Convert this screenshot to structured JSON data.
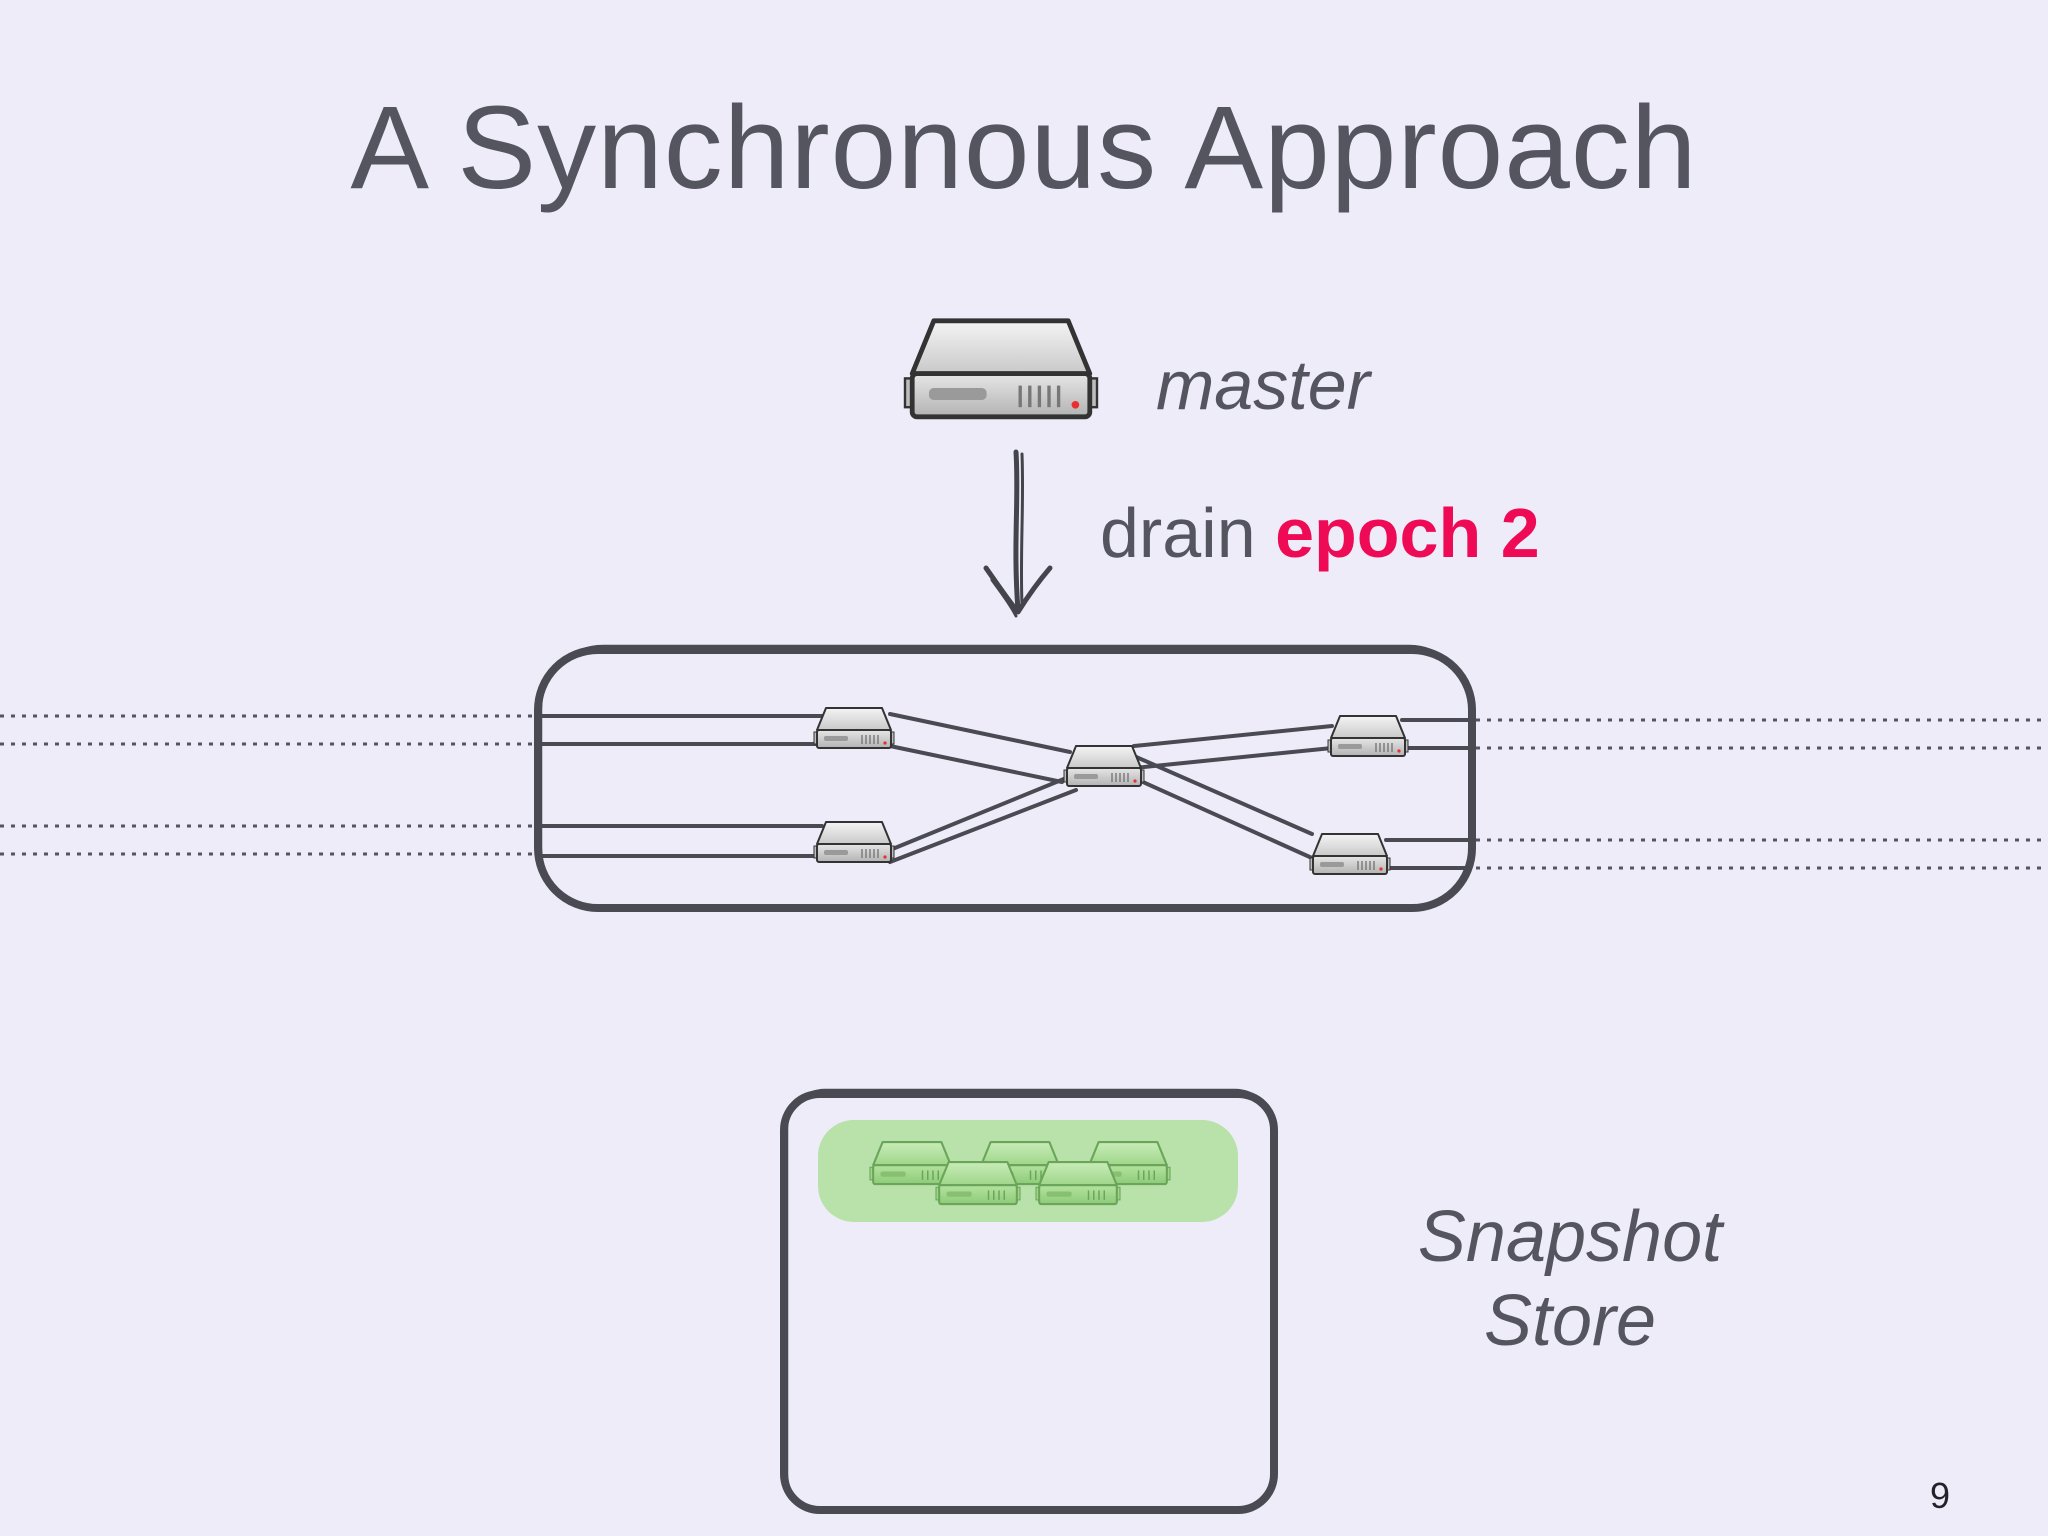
{
  "slide": {
    "title": "A Synchronous Approach",
    "page_number": "9"
  },
  "master": {
    "label": "master",
    "icon": "server-icon"
  },
  "drain": {
    "verb": "drain",
    "epoch": "epoch 2",
    "epoch_color": "#ee0a55"
  },
  "store": {
    "line1": "Snapshot",
    "line2": "Store",
    "highlight_color": "#b5e2a4"
  },
  "colors": {
    "background": "#edecf8",
    "ink": "#55555f"
  }
}
